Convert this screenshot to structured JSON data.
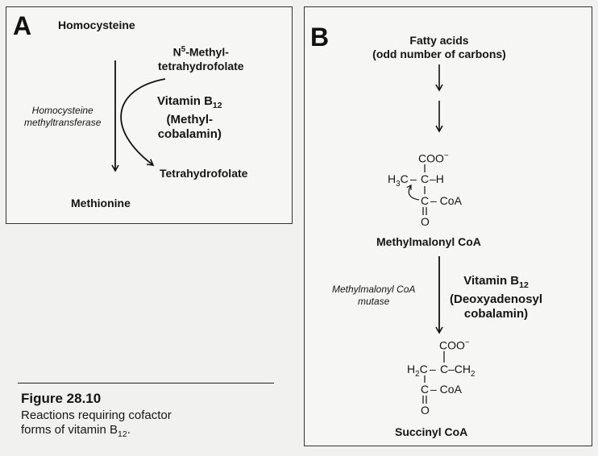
{
  "panel_a": {
    "letter": "A",
    "homocysteine": "Homocysteine",
    "methyl_thf_pre": "N",
    "methyl_thf_sup": "5",
    "methyl_thf_post": "-Methyl-",
    "methyl_thf_line2": "tetrahydrofolate",
    "enzyme_line1": "Homocysteine",
    "enzyme_line2": "methyltransferase",
    "vitamin_pre": "Vitamin B",
    "vitamin_sub": "12",
    "cofactor_line1": "(Methyl-",
    "cofactor_line2": "cobalamin)",
    "thf": "Tetrahydrofolate",
    "methionine": "Methionine"
  },
  "panel_b": {
    "letter": "B",
    "fatty_line1": "Fatty acids",
    "fatty_line2": "(odd number of carbons)",
    "mm_coo": "COO",
    "mm_coo_charge": "−",
    "mm_h3c_h": "H",
    "mm_h3c_3": "3",
    "mm_h3c_c": "C",
    "mm_dash": "–",
    "mm_c": "C",
    "mm_h": "–H",
    "mm_c_coa": "C",
    "mm_coa": "– CoA",
    "mm_o": "O",
    "methylmalonyl": "Methylmalonyl CoA",
    "enzyme_line1": "Methylmalonyl CoA",
    "enzyme_line2": "mutase",
    "vitamin_pre": "Vitamin B",
    "vitamin_sub": "12",
    "cofactor_line1": "(Deoxyadenosyl",
    "cofactor_line2": "cobalamin)",
    "sc_coo": "COO",
    "sc_coo_charge": "−",
    "sc_h2c_h": "H",
    "sc_h2c_2": "2",
    "sc_h2c_c": "C",
    "sc_dash": "–",
    "sc_c": "C",
    "sc_ch2_pre": "–CH",
    "sc_ch2_sub": "2",
    "sc_c_coa": "C",
    "sc_coa": "– CoA",
    "sc_o": "O",
    "succinyl": "Succinyl CoA"
  },
  "caption": {
    "title": "Figure 28.10",
    "line1": "Reactions requiring cofactor",
    "line2_pre": "forms of vitamin B",
    "line2_sub": "12",
    "line2_post": "."
  }
}
